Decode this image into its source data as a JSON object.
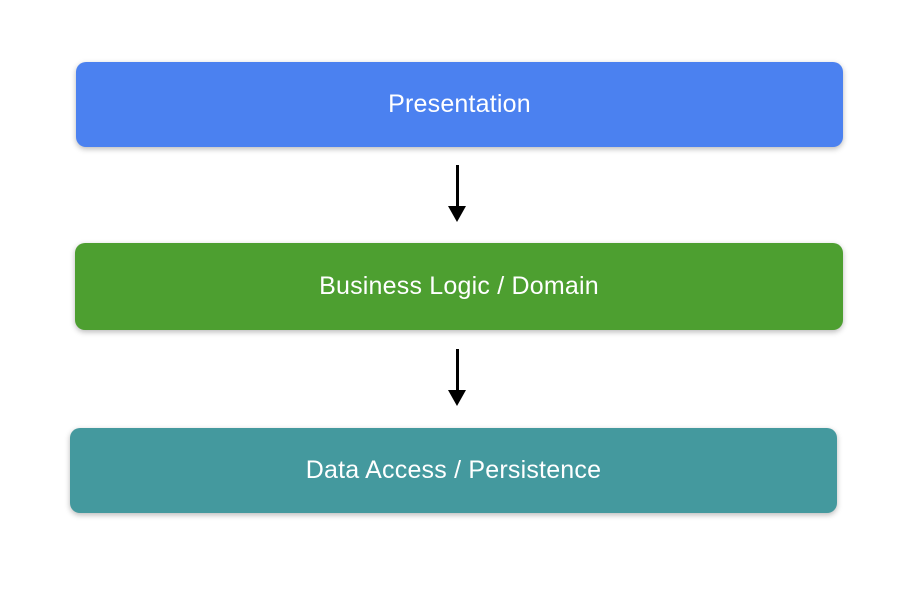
{
  "diagram": {
    "type": "layered-architecture-flow",
    "background_color": "#ffffff",
    "arrow_color": "#000000",
    "text_color": "#ffffff",
    "layers": [
      {
        "label": "Presentation",
        "color": "#4b81f0"
      },
      {
        "label": "Business Logic / Domain",
        "color": "#4d9f30"
      },
      {
        "label": "Data Access / Persistence",
        "color": "#44999e"
      }
    ],
    "connections": [
      {
        "from": "Presentation",
        "to": "Business Logic / Domain",
        "direction": "down"
      },
      {
        "from": "Business Logic / Domain",
        "to": "Data Access / Persistence",
        "direction": "down"
      }
    ]
  }
}
